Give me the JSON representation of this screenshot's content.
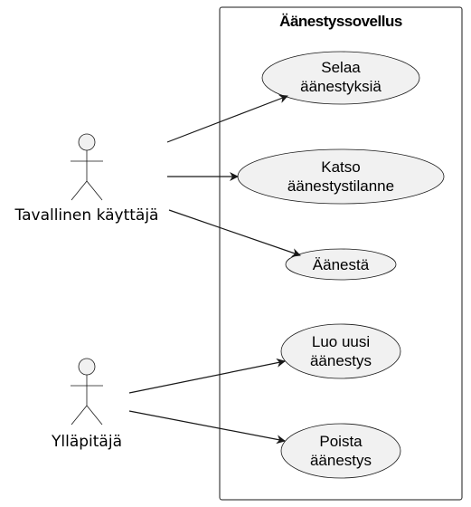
{
  "system": {
    "title": "Äänestyssovellus"
  },
  "actors": [
    {
      "label": "Tavallinen käyttäjä"
    },
    {
      "label": "Ylläpitäjä"
    }
  ],
  "use_cases": [
    {
      "lines": [
        "Selaa",
        "äänestyksiä"
      ]
    },
    {
      "lines": [
        "Katso",
        "äänestystilanne"
      ]
    },
    {
      "lines": [
        "Äänestä"
      ]
    },
    {
      "lines": [
        "Luo uusi",
        "äänestys"
      ]
    },
    {
      "lines": [
        "Poista",
        "äänestys"
      ]
    }
  ],
  "colors": {
    "fill": "#f1f1f1",
    "stroke": "#181818"
  }
}
